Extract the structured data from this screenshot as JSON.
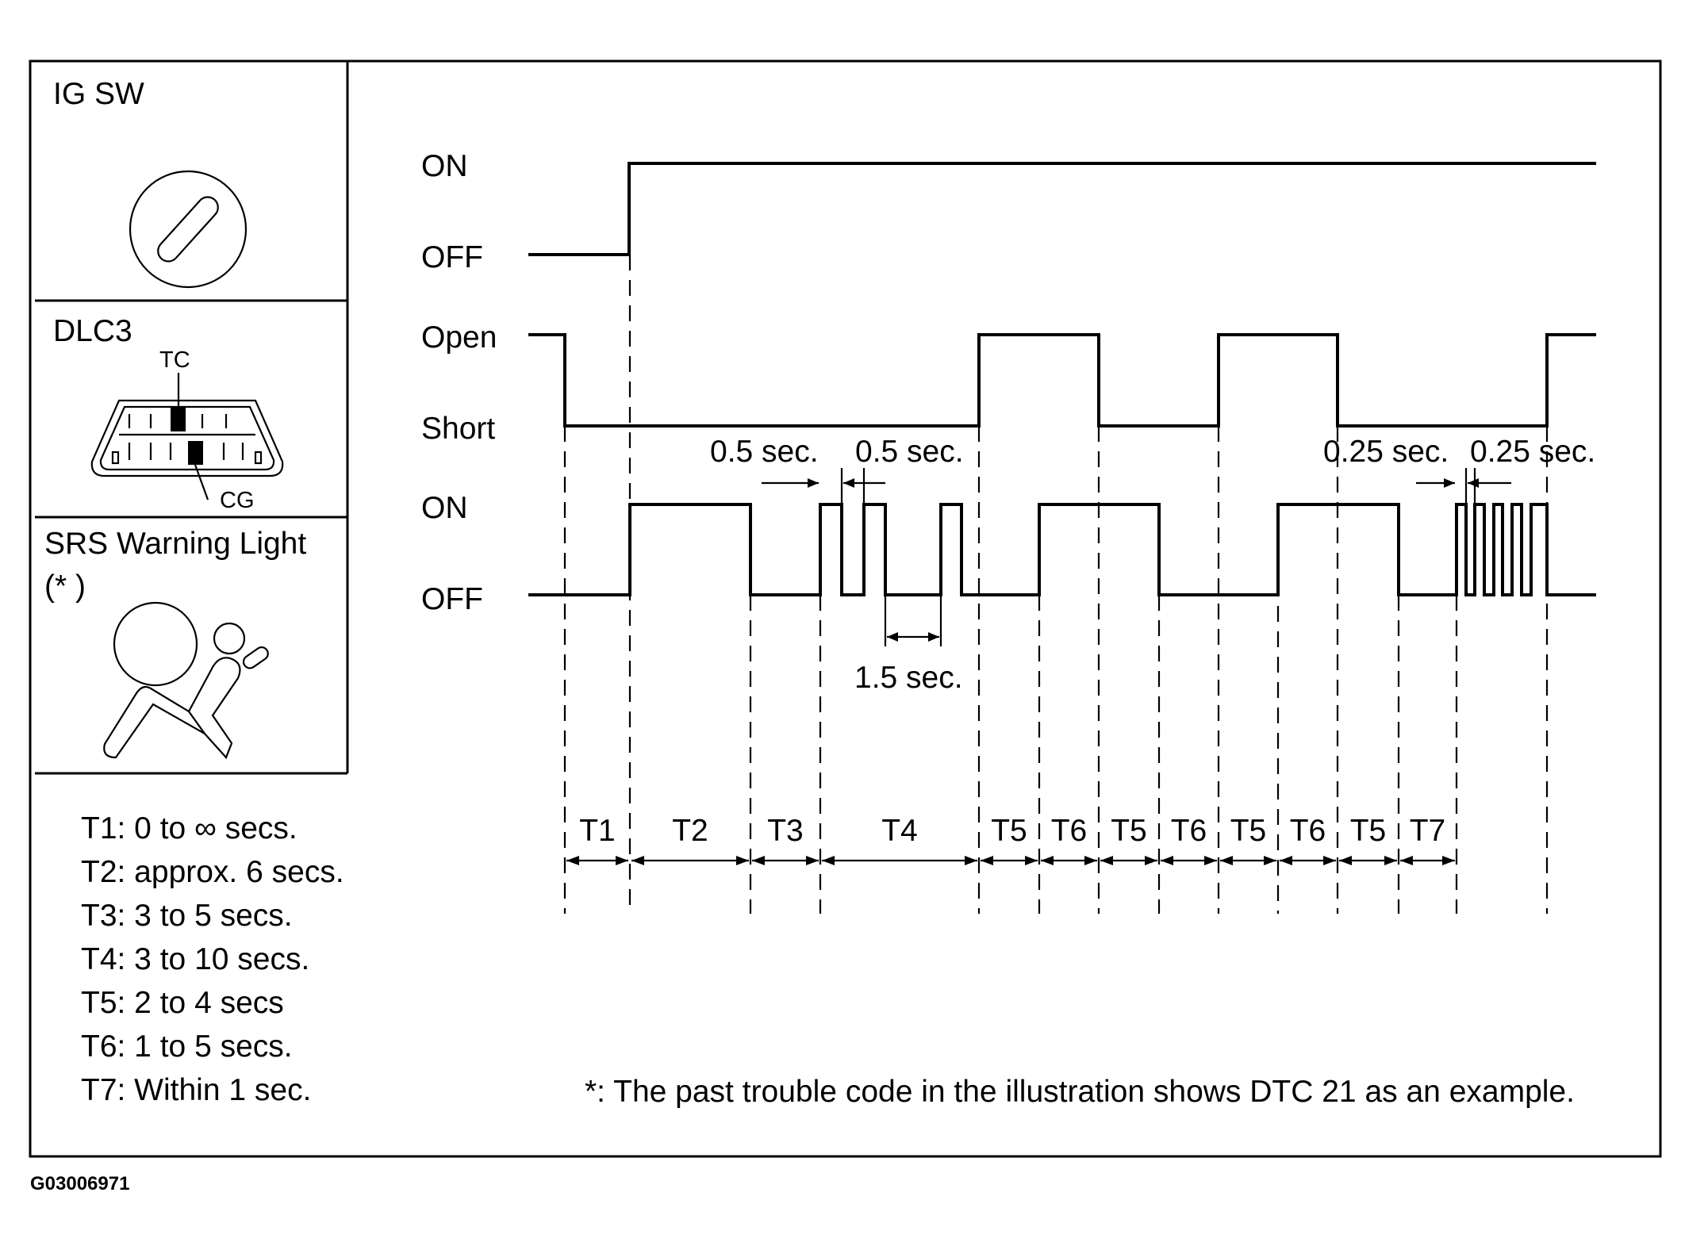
{
  "panels": {
    "ig_sw": {
      "title": "IG SW"
    },
    "dlc3": {
      "title": "DLC3",
      "tc_label": "TC",
      "cg_label": "CG"
    },
    "srs": {
      "title": "SRS Warning Light",
      "note_marker": "(*  )"
    }
  },
  "signals": {
    "ig_on": "ON",
    "ig_off": "OFF",
    "dlc_open": "Open",
    "dlc_short": "Short",
    "srs_on": "ON",
    "srs_off": "OFF"
  },
  "timing_annotations": {
    "pulse_a": "0.5 sec.",
    "pulse_b": "0.5 sec.",
    "gap": "1.5 sec.",
    "fast_a": "0.25 sec.",
    "fast_b": "0.25 sec."
  },
  "segments": [
    "T1",
    "T2",
    "T3",
    "T4",
    "T5",
    "T6",
    "T5",
    "T6",
    "T5",
    "T6",
    "T5",
    "T7"
  ],
  "legend": [
    "T1: 0 to ∞ secs.",
    "T2: approx. 6 secs.",
    "T3: 3 to 5 secs.",
    "T4: 3 to 10 secs.",
    "T5: 2 to 4 secs",
    "T6: 1 to 5 secs.",
    "T7: Within 1 sec."
  ],
  "footnote": "*: The past trouble code in the illustration shows DTC 21 as an example.",
  "figure_id": "G03006971"
}
